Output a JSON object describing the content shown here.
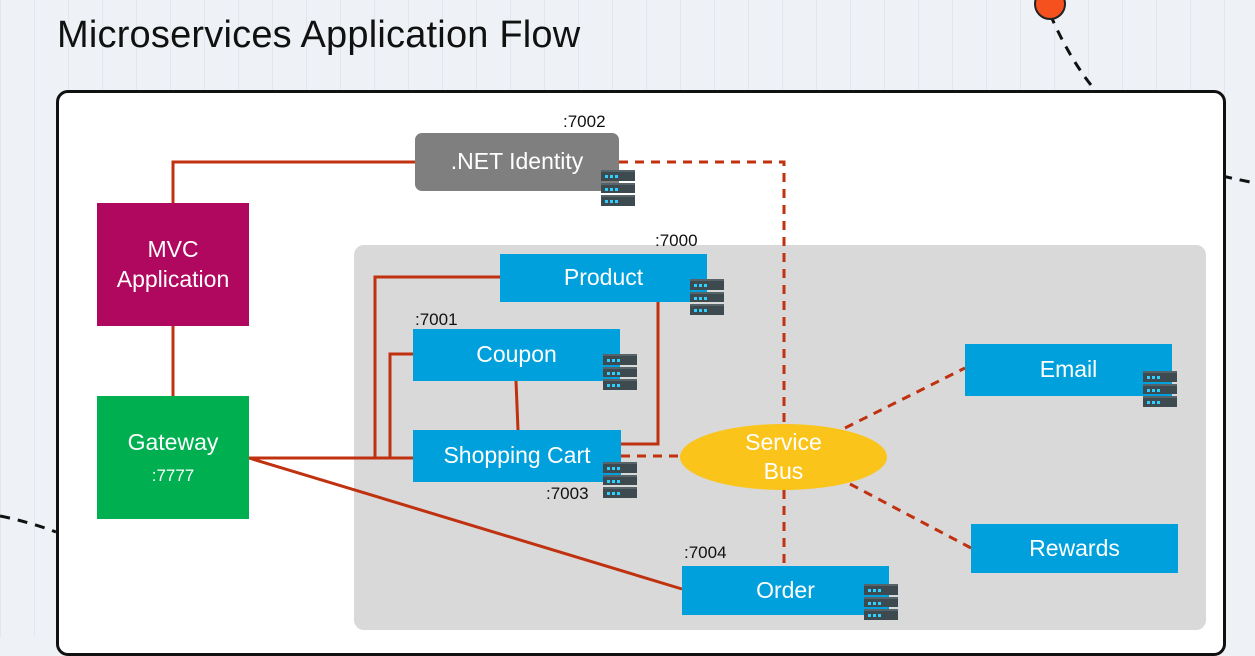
{
  "title": "Microservices Application Flow",
  "nodes": {
    "identity": {
      "label": ".NET Identity",
      "port": ":7002"
    },
    "mvc": {
      "label": "MVC Application"
    },
    "gateway": {
      "label": "Gateway",
      "port": ":7777"
    },
    "product": {
      "label": "Product",
      "port": ":7000"
    },
    "coupon": {
      "label": "Coupon",
      "port": ":7001"
    },
    "cart": {
      "label": "Shopping Cart",
      "port": ":7003"
    },
    "order": {
      "label": "Order",
      "port": ":7004"
    },
    "bus": {
      "label": "Service Bus"
    },
    "email": {
      "label": "Email"
    },
    "rewards": {
      "label": "Rewards"
    }
  },
  "colors": {
    "service": "#00a0dc",
    "identity": "#7f7f7f",
    "mvc": "#b0085f",
    "gateway": "#00b050",
    "bus": "#fbc41b",
    "connector": "#c0310f",
    "panel": "#d9d9d9"
  },
  "icons": {
    "server": "server-rack-icon"
  }
}
